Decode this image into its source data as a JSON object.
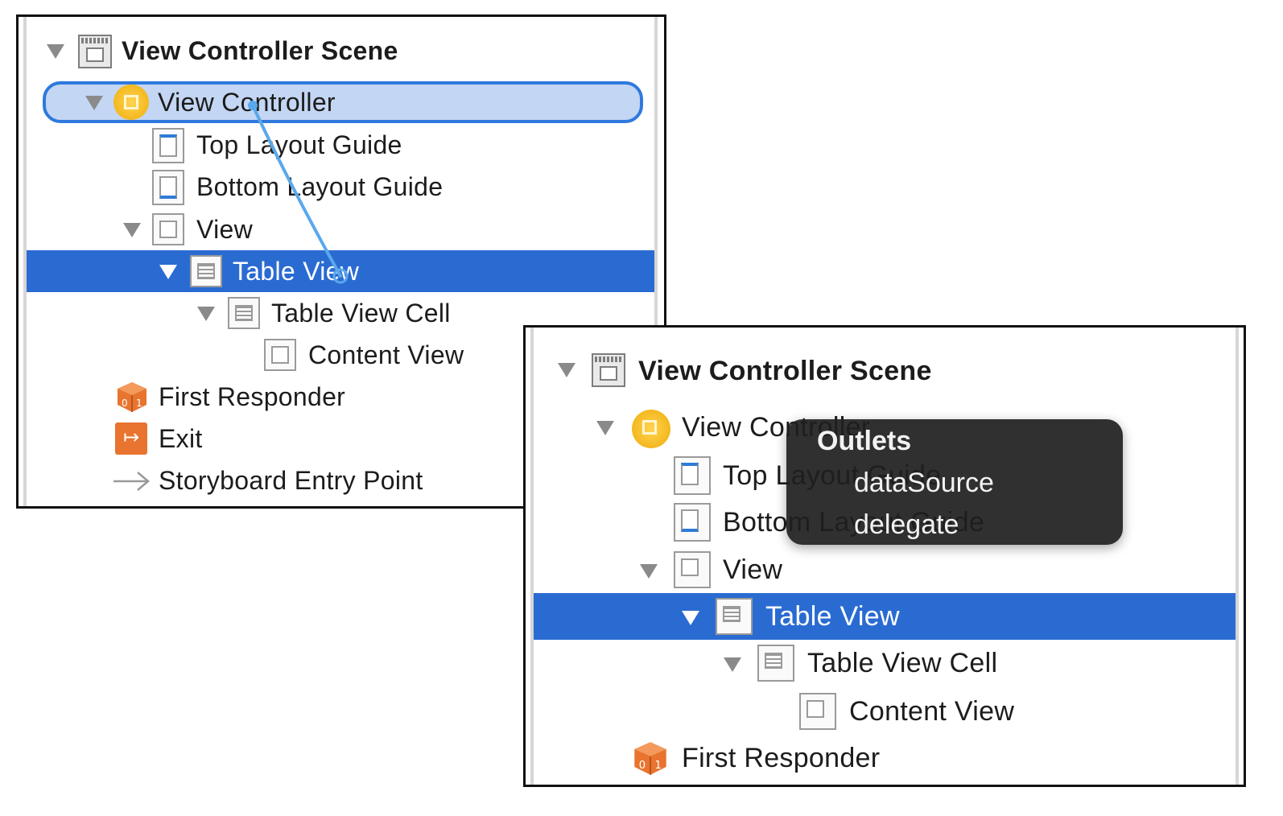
{
  "left_panel": {
    "items": [
      {
        "label": "View Controller Scene",
        "icon": "scene-icon"
      },
      {
        "label": "View Controller",
        "icon": "view-controller-icon",
        "highlighted": true
      },
      {
        "label": "Top Layout Guide",
        "icon": "top-layout-guide-icon"
      },
      {
        "label": "Bottom Layout Guide",
        "icon": "bottom-layout-guide-icon"
      },
      {
        "label": "View",
        "icon": "view-icon"
      },
      {
        "label": "Table View",
        "icon": "table-view-icon",
        "selected": true
      },
      {
        "label": "Table View Cell",
        "icon": "table-view-cell-icon"
      },
      {
        "label": "Content View",
        "icon": "content-view-icon"
      },
      {
        "label": "First Responder",
        "icon": "first-responder-icon"
      },
      {
        "label": "Exit",
        "icon": "exit-icon"
      },
      {
        "label": "Storyboard Entry Point",
        "icon": "entry-point-arrow-icon"
      }
    ]
  },
  "right_panel": {
    "items": [
      {
        "label": "View Controller Scene",
        "icon": "scene-icon"
      },
      {
        "label": "View Controller",
        "icon": "view-controller-icon"
      },
      {
        "label": "Top Layout Guide",
        "icon": "top-layout-guide-icon"
      },
      {
        "label": "Bottom Layout Guide",
        "icon": "bottom-layout-guide-icon"
      },
      {
        "label": "View",
        "icon": "view-icon"
      },
      {
        "label": "Table View",
        "icon": "table-view-icon",
        "selected": true
      },
      {
        "label": "Table View Cell",
        "icon": "table-view-cell-icon"
      },
      {
        "label": "Content View",
        "icon": "content-view-icon"
      },
      {
        "label": "First Responder",
        "icon": "first-responder-icon"
      }
    ],
    "outlets_popup": {
      "title": "Outlets",
      "items": [
        "dataSource",
        "delegate"
      ]
    }
  },
  "colors": {
    "selection": "#2a6bd2",
    "highlight_fill": "#c3d6f3",
    "highlight_border": "#2e79dd",
    "connection_line": "#5aa8ec",
    "view_controller_icon": "#f4b81e",
    "exit_icon": "#e8742f"
  }
}
